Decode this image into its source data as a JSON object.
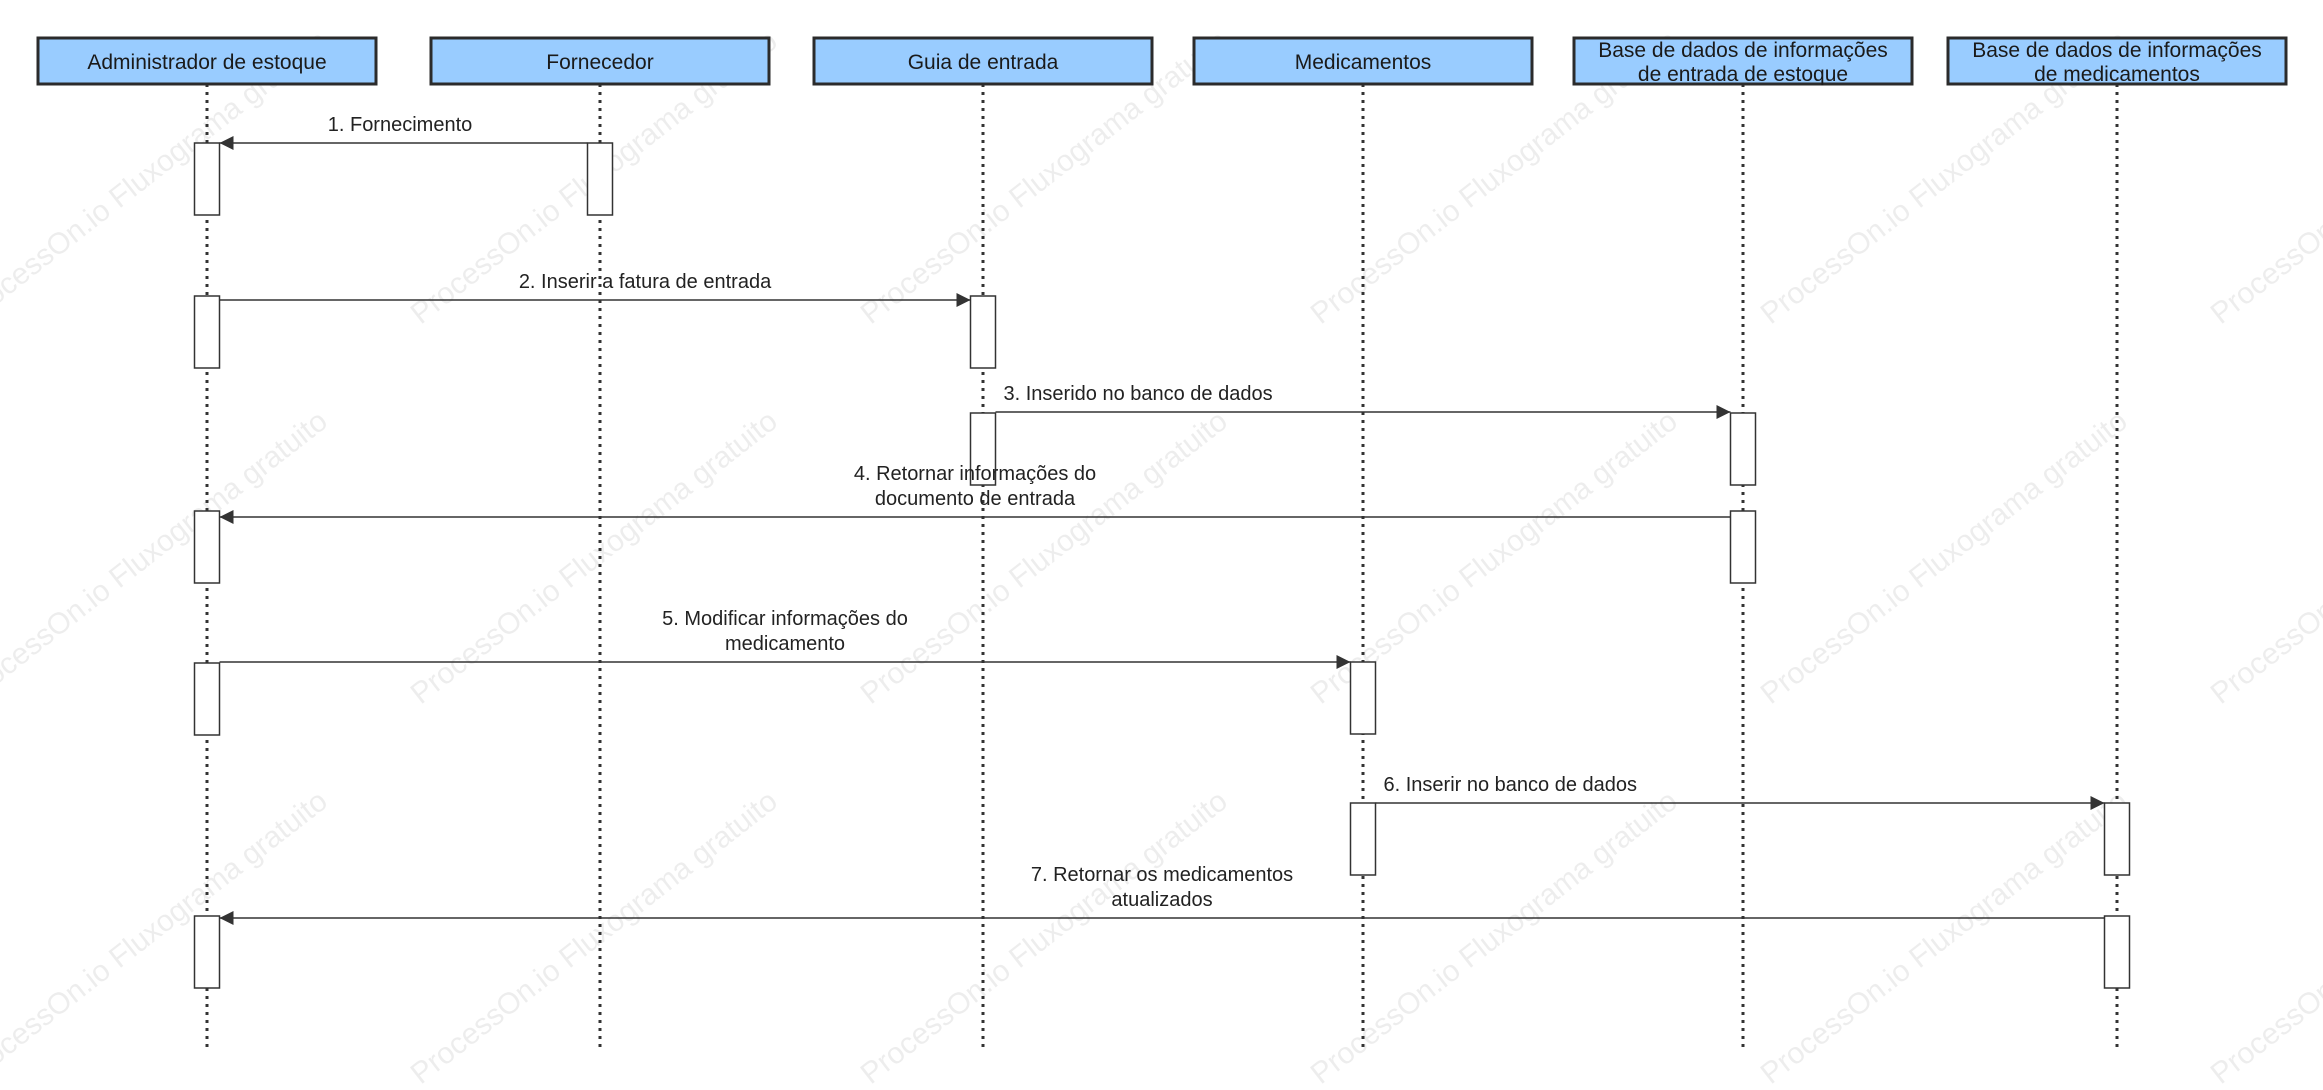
{
  "diagram": {
    "type": "sequence",
    "colors": {
      "participant_fill": "#99ccff",
      "participant_border": "#2b2b2b",
      "line": "#333333",
      "text": "#222222"
    },
    "participants": [
      {
        "id": "admin",
        "label_lines": [
          "Administrador de estoque"
        ]
      },
      {
        "id": "supplier",
        "label_lines": [
          "Fornecedor"
        ]
      },
      {
        "id": "entry_guide",
        "label_lines": [
          "Guia de entrada"
        ]
      },
      {
        "id": "medicines",
        "label_lines": [
          "Medicamentos"
        ]
      },
      {
        "id": "stock_entry_db",
        "label_lines": [
          "Base de dados de informações",
          "de entrada de estoque"
        ]
      },
      {
        "id": "medicine_db",
        "label_lines": [
          "Base de dados de informações",
          "de medicamentos"
        ]
      }
    ],
    "messages": [
      {
        "from": "supplier",
        "to": "admin",
        "label_lines": [
          "1. Fornecimento"
        ]
      },
      {
        "from": "admin",
        "to": "entry_guide",
        "label_lines": [
          "2. Inserir a fatura de entrada"
        ]
      },
      {
        "from": "entry_guide",
        "to": "stock_entry_db",
        "label_lines": [
          "3. Inserido no banco de dados"
        ]
      },
      {
        "from": "stock_entry_db",
        "to": "admin",
        "label_lines": [
          "4. Retornar informações do",
          "documento de entrada"
        ]
      },
      {
        "from": "admin",
        "to": "medicines",
        "label_lines": [
          "5. Modificar informações do",
          "medicamento"
        ]
      },
      {
        "from": "medicines",
        "to": "medicine_db",
        "label_lines": [
          "6. Inserir no banco de dados"
        ]
      },
      {
        "from": "medicine_db",
        "to": "admin",
        "label_lines": [
          "7. Retornar os medicamentos",
          "atualizados"
        ]
      }
    ],
    "watermark": "ProcessOn.io Fluxograma gratuito"
  }
}
